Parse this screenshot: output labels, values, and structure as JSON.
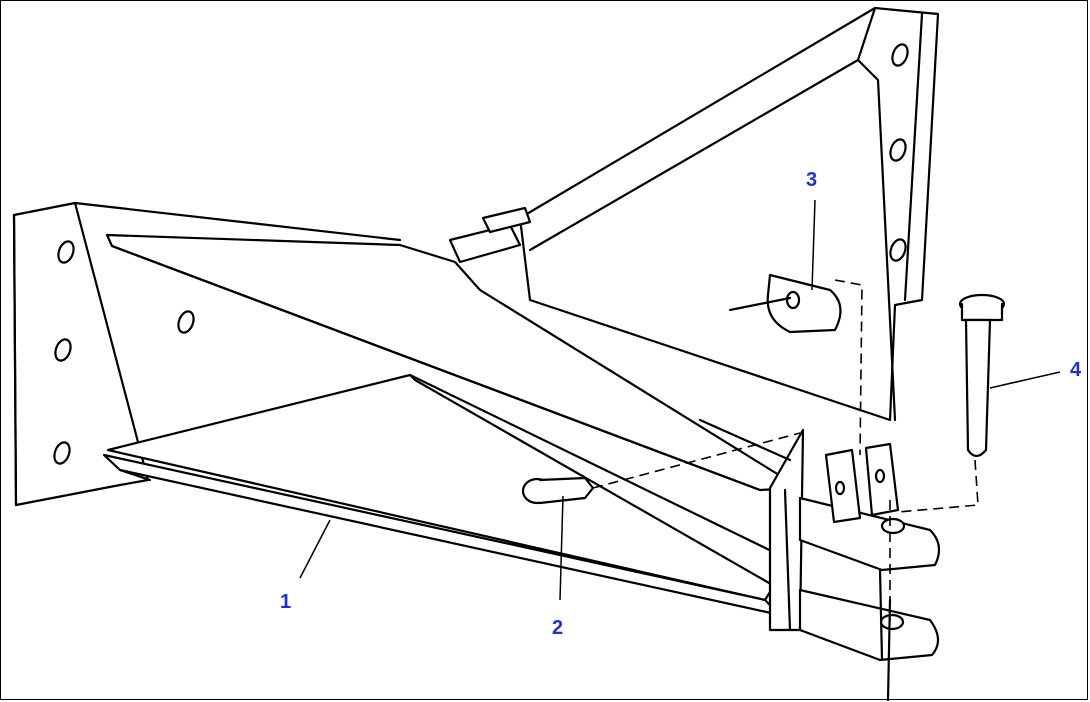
{
  "diagram": {
    "callouts": [
      {
        "id": "1",
        "label": "1"
      },
      {
        "id": "2",
        "label": "2"
      },
      {
        "id": "3",
        "label": "3"
      },
      {
        "id": "4",
        "label": "4"
      }
    ],
    "colors": {
      "line": "#000000",
      "callout": "#1f2fd6",
      "background": "#ffffff"
    }
  }
}
